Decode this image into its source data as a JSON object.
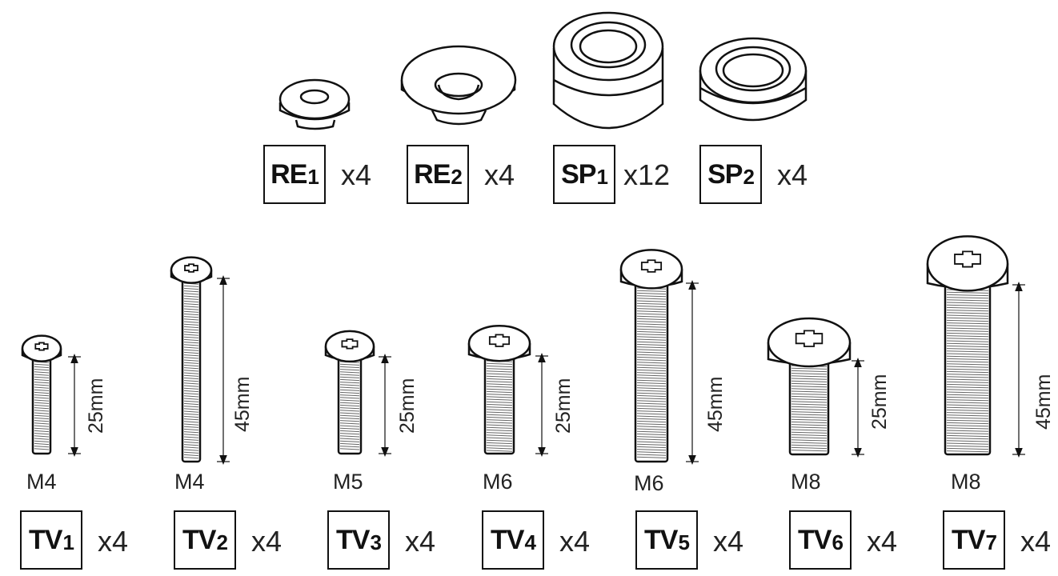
{
  "top_parts": [
    {
      "code": "RE",
      "index": "1",
      "qty": "x4"
    },
    {
      "code": "RE",
      "index": "2",
      "qty": "x4"
    },
    {
      "code": "SP",
      "index": "1",
      "qty": "x12"
    },
    {
      "code": "SP",
      "index": "2",
      "qty": "x4"
    }
  ],
  "screws": [
    {
      "code": "TV",
      "index": "1",
      "qty": "x4",
      "size": "M4",
      "length": "25mm"
    },
    {
      "code": "TV",
      "index": "2",
      "qty": "x4",
      "size": "M4",
      "length": "45mm"
    },
    {
      "code": "TV",
      "index": "3",
      "qty": "x4",
      "size": "M5",
      "length": "25mm"
    },
    {
      "code": "TV",
      "index": "4",
      "qty": "x4",
      "size": "M6",
      "length": "25mm"
    },
    {
      "code": "TV",
      "index": "5",
      "qty": "x4",
      "size": "M6",
      "length": "45mm"
    },
    {
      "code": "TV",
      "index": "6",
      "qty": "x4",
      "size": "M8",
      "length": "25mm"
    },
    {
      "code": "TV",
      "index": "7",
      "qty": "x4",
      "size": "M8",
      "length": "45mm"
    }
  ]
}
